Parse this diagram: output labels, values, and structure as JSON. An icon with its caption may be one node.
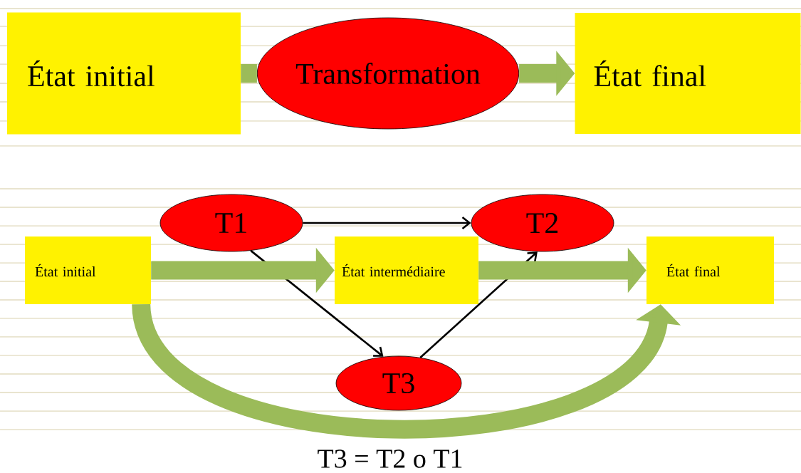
{
  "diagram": {
    "nodes": [
      {
        "text": [
          "État initial"
        ]
      },
      {
        "text": [
          "Transformation"
        ]
      },
      {
        "text": [
          "État final"
        ]
      },
      {
        "text": [
          "T1"
        ]
      },
      {
        "text": [
          "T2"
        ]
      },
      {
        "text": [
          "État initial"
        ]
      },
      {
        "text": [
          "État intermédiaire"
        ]
      },
      {
        "text": [
          "État final"
        ]
      },
      {
        "text": [
          "T3"
        ]
      }
    ],
    "edges": [
      {
        "from": 0,
        "to": 1,
        "arrow": "none"
      },
      {
        "from": 1,
        "to": 2,
        "arrow": "to"
      },
      {
        "from": 3,
        "to": 4,
        "arrow": "to",
        "color": "#000000"
      },
      {
        "from": 3,
        "to": 8,
        "arrow": "to",
        "color": "#000000"
      },
      {
        "from": 8,
        "to": 4,
        "arrow": "to",
        "color": "#000000"
      },
      {
        "from": 5,
        "to": 6,
        "arrow": "to"
      },
      {
        "from": 6,
        "to": 7,
        "arrow": "to"
      },
      {
        "from": 5,
        "to": 7,
        "arrow": "to"
      }
    ],
    "labels": [
      "T3 = T2 o T1"
    ]
  }
}
